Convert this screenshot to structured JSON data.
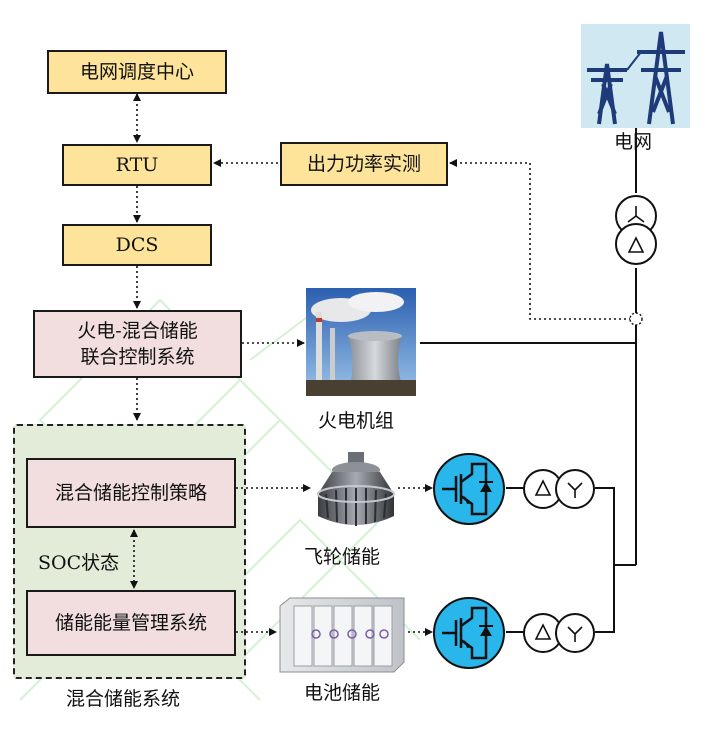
{
  "nodes": {
    "dispatch_center": "电网调度中心",
    "rtu": "RTU",
    "dcs": "DCS",
    "output_measure": "出力功率实测",
    "joint_control_line1": "火电-混合储能",
    "joint_control_line2": "联合控制系统",
    "hybrid_control": "混合储能控制策略",
    "energy_mgmt": "储能能量管理系统"
  },
  "labels": {
    "grid": "电网",
    "thermal_unit": "火电机组",
    "flywheel": "飞轮储能",
    "battery": "电池储能",
    "soc": "SOC状态",
    "hybrid_system": "混合储能系统"
  },
  "icons": {
    "tower": "power-tower-icon",
    "plant": "power-plant-icon",
    "flywheel": "flywheel-icon",
    "battery": "battery-cabinet-icon",
    "converter": "igbt-converter-icon",
    "transformer": "transformer-icon"
  },
  "colors": {
    "yellow_box": "#fde49a",
    "pink_box": "#f2dede",
    "group_bg": "#e3ecd9",
    "converter": "#29b6ea",
    "tower_bg": "#cfe8f2",
    "tower": "#1e3a78"
  }
}
